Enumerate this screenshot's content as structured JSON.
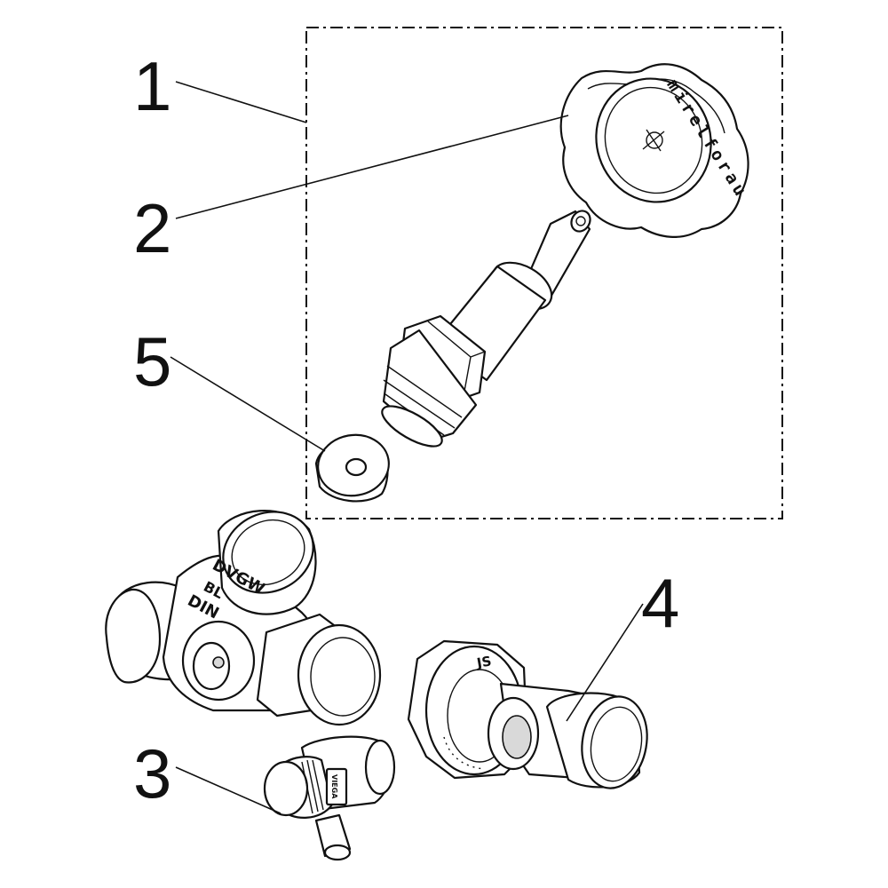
{
  "callouts": {
    "c1": "1",
    "c2": "2",
    "c3": "3",
    "c4": "4",
    "c5": "5"
  },
  "handwheel": {
    "brand": "mirelforau"
  },
  "body_marks": {
    "dvgw": "DVGW",
    "ce": "BL",
    "din": "DIN"
  },
  "union_mark": "JS",
  "drain_mark": "VIEGA"
}
